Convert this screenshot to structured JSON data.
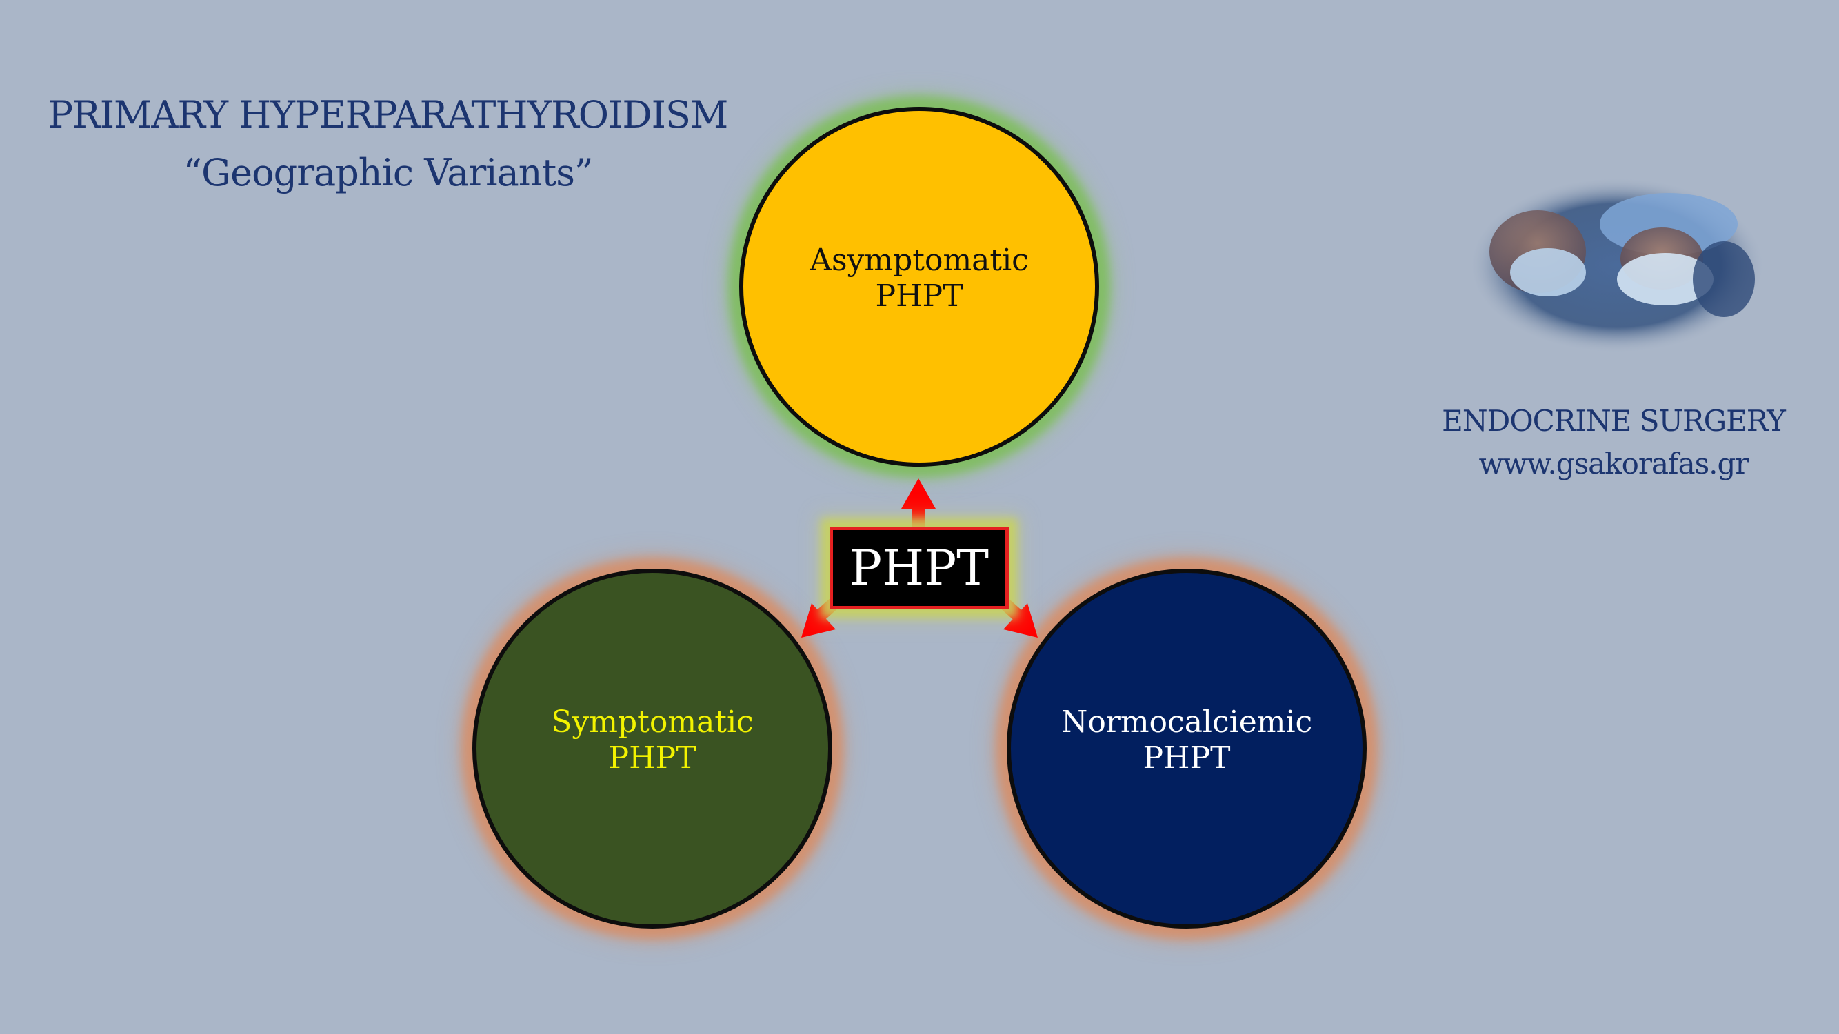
{
  "title": {
    "line1": "PRIMARY HYPERPARATHYROIDISM",
    "line2": "“Geographic Variants”"
  },
  "brand": {
    "line1": "ENDOCRINE SURGERY",
    "line2": "www.gsakorafas.gr"
  },
  "center": {
    "label": "PHPT"
  },
  "nodes": {
    "asymptomatic": {
      "line1": "Asymptomatic",
      "line2": "PHPT"
    },
    "symptomatic": {
      "line1": "Symptomatic",
      "line2": "PHPT"
    },
    "normocalciemic": {
      "line1": "Normocalciemic",
      "line2": "PHPT"
    }
  },
  "colors": {
    "background": "#aab6c8",
    "asymptomatic_fill": "#ffc000",
    "symptomatic_fill": "#3a5322",
    "normocalciemic_fill": "#021f5f",
    "arrow": "#ff0000",
    "title_text": "#1c3570"
  },
  "icons": {
    "photo": "surgeons-photo-icon"
  }
}
